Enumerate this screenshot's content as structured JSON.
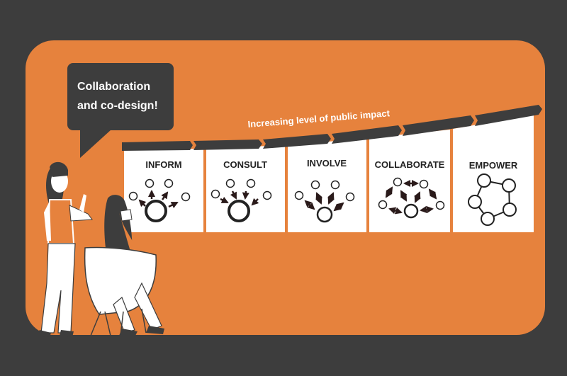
{
  "colors": {
    "background": "#3d3d3d",
    "card": "#e6823d",
    "panel": "#ffffff",
    "arrow_band": "#3d3d3d",
    "ink": "#222222"
  },
  "speech_bubble": {
    "text": "Collaboration\nand co-design!"
  },
  "progress_arrow": {
    "label": "Increasing level of public impact"
  },
  "stages": [
    {
      "title": "INFORM",
      "icon": "broadcast-outward-arrows-icon"
    },
    {
      "title": "CONSULT",
      "icon": "inward-arrows-icon"
    },
    {
      "title": "INVOLVE",
      "icon": "two-way-arrows-icon"
    },
    {
      "title": "COLLABORATE",
      "icon": "network-two-way-arrows-icon"
    },
    {
      "title": "EMPOWER",
      "icon": "connected-ring-icon"
    }
  ],
  "illustration": {
    "figures": [
      "standing-woman-gesturing",
      "seated-woman-in-chair"
    ]
  }
}
